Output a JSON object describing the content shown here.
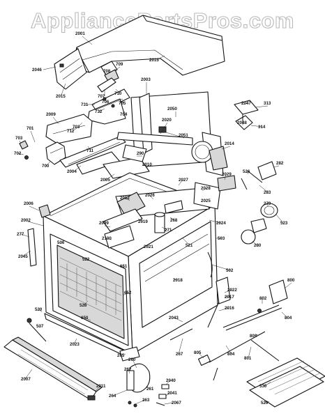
{
  "watermark": "AppliancePartsPros.com",
  "colors": {
    "ink": "#111111",
    "paper": "#ffffff",
    "watermark_outline": "#b9b9b9"
  },
  "part_numbers": [
    "2001",
    "2046",
    "2015",
    "2013",
    "708",
    "709",
    "707",
    "710",
    "705",
    "706",
    "731",
    "732",
    "704",
    "703",
    "2003",
    "2050",
    "2047",
    "313",
    "2009",
    "2048",
    "314",
    "701",
    "712",
    "711",
    "703",
    "702",
    "700",
    "2051",
    "2014",
    "2020",
    "290",
    "2004",
    "2010",
    "2005",
    "2027",
    "2028",
    "2029",
    "526",
    "282",
    "283",
    "2006",
    "2002",
    "2012",
    "2026",
    "2025",
    "279",
    "2099",
    "2019",
    "268",
    "523",
    "277",
    "271",
    "2024",
    "2100",
    "521",
    "503",
    "536",
    "280",
    "2045",
    "2021",
    "522",
    "651",
    "502",
    "2018",
    "800",
    "2022",
    "520",
    "528",
    "652",
    "2017",
    "2016",
    "802",
    "650",
    "2043",
    "537",
    "804",
    "803",
    "2023",
    "265",
    "267",
    "805",
    "804",
    "801",
    "260",
    "262",
    "2007",
    "2040",
    "2011",
    "261",
    "2041",
    "264",
    "263",
    "2067",
    "530",
    "529"
  ]
}
